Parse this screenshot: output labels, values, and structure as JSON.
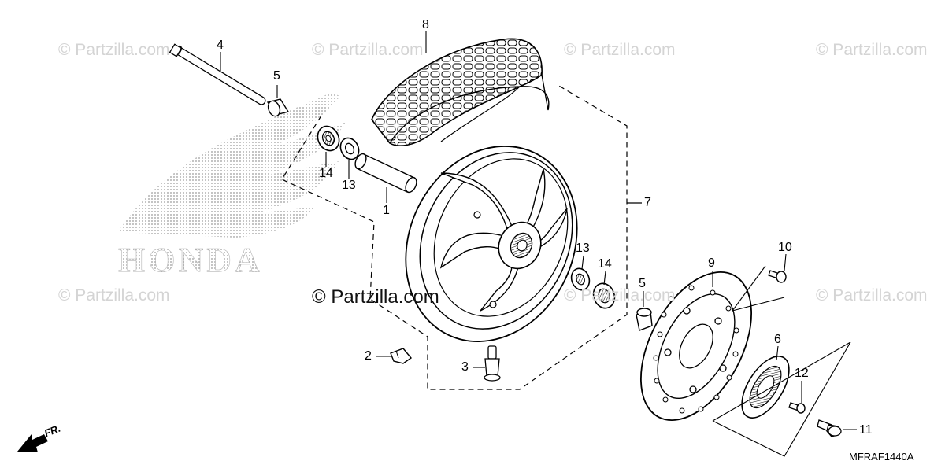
{
  "watermark": {
    "text": "© Partzilla.com",
    "center_text": "© Partzilla.com"
  },
  "brand_logo": {
    "text": "HONDA",
    "name": "honda-wing-logo"
  },
  "direction_marker": {
    "label": "FR.",
    "icon": "front-direction-arrow-icon"
  },
  "diagram_code": "MFRAF1440A",
  "callouts": {
    "c1": "1",
    "c2": "2",
    "c3": "3",
    "c4": "4",
    "c5a": "5",
    "c5b": "5",
    "c6": "6",
    "c7": "7",
    "c8": "8",
    "c9": "9",
    "c10": "10",
    "c11": "11",
    "c12": "12",
    "c13a": "13",
    "c13b": "13",
    "c14a": "14",
    "c14b": "14"
  },
  "colors": {
    "watermark": "#d4d4d4",
    "line": "#000000",
    "logo_dots": "#9a9a9a"
  }
}
